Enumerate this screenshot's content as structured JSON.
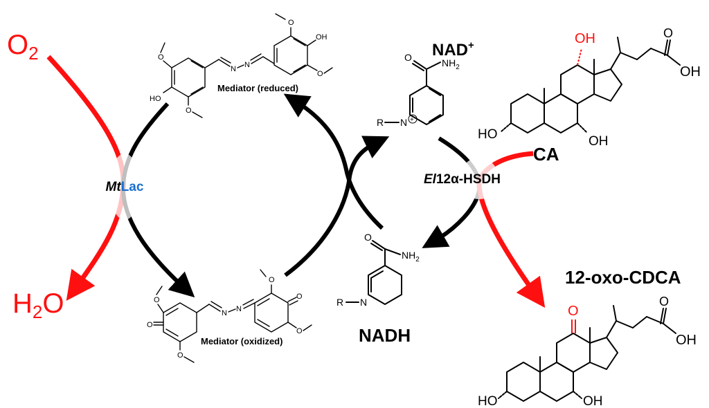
{
  "labels": {
    "o2_main": "O",
    "o2_sub": "2",
    "h2o_h": "H",
    "h2o_sub": "2",
    "h2o_o": "O",
    "enzyme_laccase_italic": "Mt",
    "enzyme_laccase_plain": "Lac",
    "enzyme_hsdh_italic": "El",
    "enzyme_hsdh_plain": "12α-HSDH",
    "mediator_reduced": "Mediator (reduced)",
    "mediator_oxidized": "Mediator (oxidized)",
    "nad_plus_main": "NAD",
    "nad_plus_sup": "+",
    "nadh": "NADH",
    "ca": "CA",
    "oxo_cdca": "12-oxo-CDCA"
  },
  "atoms": {
    "oh": "OH",
    "ho": "HO",
    "o": "O",
    "n": "N",
    "nh2_main": "NH",
    "nh2_sub": "2",
    "r": "R",
    "plus": "+"
  },
  "colors": {
    "red": "#ff1010",
    "blue": "#1a6fd1",
    "black": "#000000"
  }
}
